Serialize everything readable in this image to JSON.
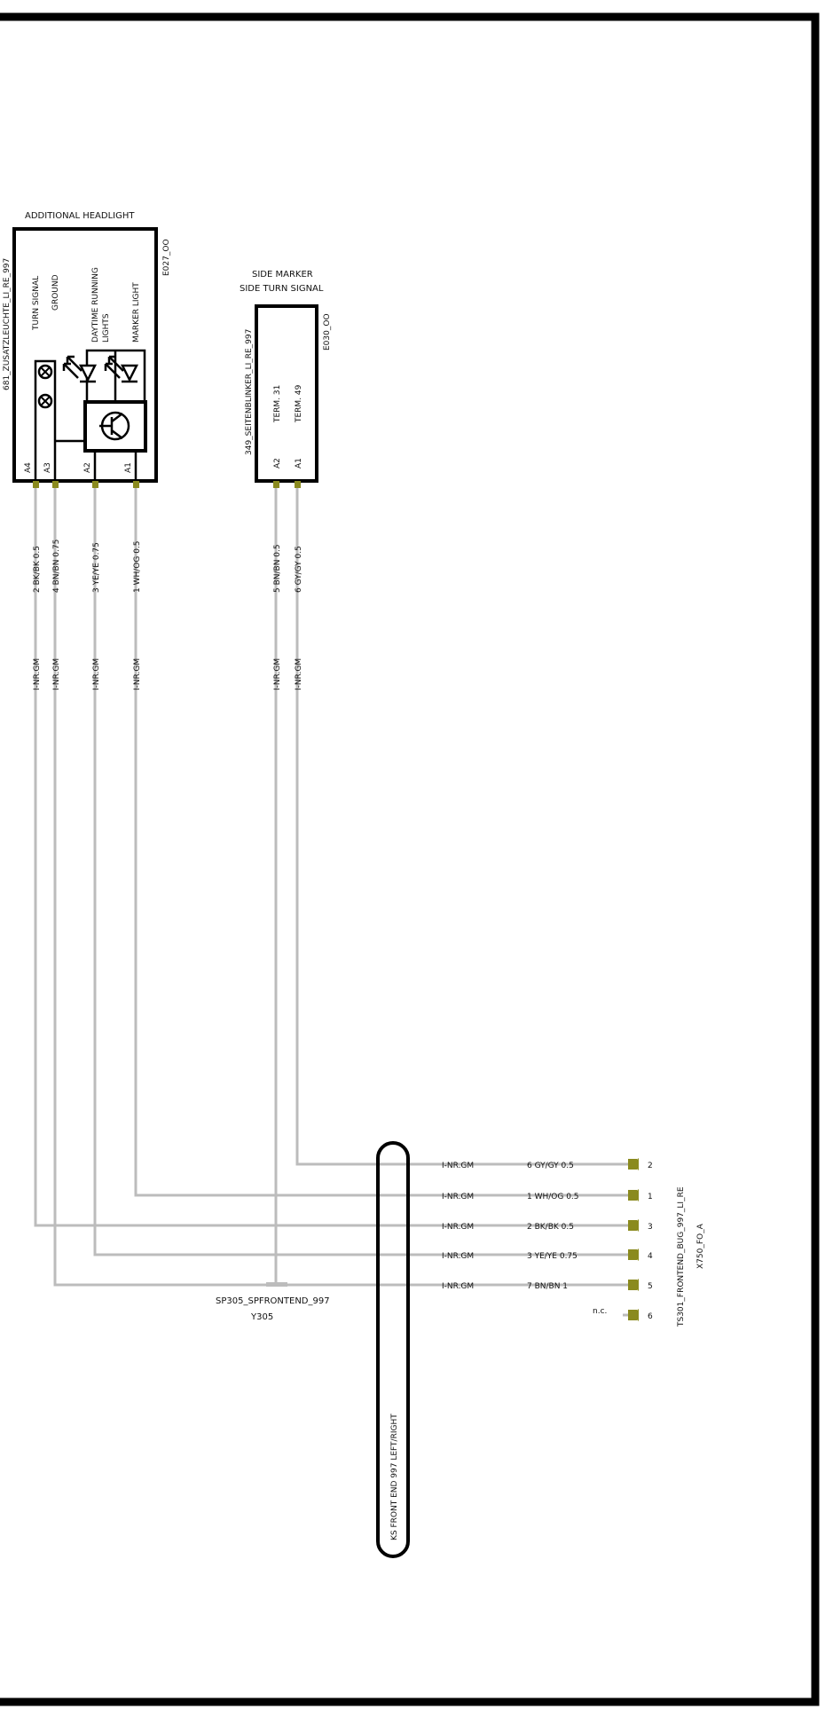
{
  "colors": {
    "wire": "#bcbcbc",
    "pin": "#8a8a1e",
    "frame": "#000000"
  },
  "headlight": {
    "title": "ADDITIONAL HEADLIGHT",
    "part_id": "681_ZUSATZLEUCHTE_LI_RE_997",
    "ref": "E027_OO",
    "functions": [
      "TURN SIGNAL",
      "GROUND",
      "DAYTIME RUNNING",
      "LIGHTS",
      "MARKER LIGHT"
    ],
    "pins": [
      "A4",
      "A3",
      "A2",
      "A1"
    ],
    "wires": [
      "2 BK/BK 0.5",
      "4 BN/BN 0.75",
      "3 YE/YE 0.75",
      "1 WH/OG 0.5"
    ],
    "wire_codes": [
      "I-NR.GM",
      "I-NR.GM",
      "I-NR.GM",
      "I-NR.GM"
    ]
  },
  "side_marker": {
    "title_1": "SIDE MARKER",
    "title_2": "SIDE TURN SIGNAL",
    "part_id": "349_SEITENBLINKER_LI_RE_997",
    "ref": "E030_OO",
    "terms": [
      "TERM. 31",
      "TERM. 49"
    ],
    "pins": [
      "A2",
      "A1"
    ],
    "wires": [
      "5 BN/BN 0.5",
      "6 GY/GY 0.5"
    ],
    "wire_codes": [
      "I-NR.GM",
      "I-NR.GM"
    ]
  },
  "splice": {
    "name": "SP305_SPFRONTEND_997",
    "ref": "Y305"
  },
  "harness": {
    "label": "KS FRONT END 997 LEFT/RIGHT"
  },
  "connector": {
    "name": "TS301_FRONTEND_BUG_997_LI_RE",
    "ref": "X750_FO_A",
    "rows": [
      {
        "code": "I-NR.GM",
        "wire": "6 GY/GY 0.5",
        "pin": "2"
      },
      {
        "code": "I-NR.GM",
        "wire": "1 WH/OG 0.5",
        "pin": "1"
      },
      {
        "code": "I-NR.GM",
        "wire": "2 BK/BK 0.5",
        "pin": "3"
      },
      {
        "code": "I-NR.GM",
        "wire": "3 YE/YE 0.75",
        "pin": "4"
      },
      {
        "code": "I-NR.GM",
        "wire": "7 BN/BN 1",
        "pin": "5"
      }
    ],
    "nc_label": "n.c.",
    "nc_pin": "6"
  }
}
